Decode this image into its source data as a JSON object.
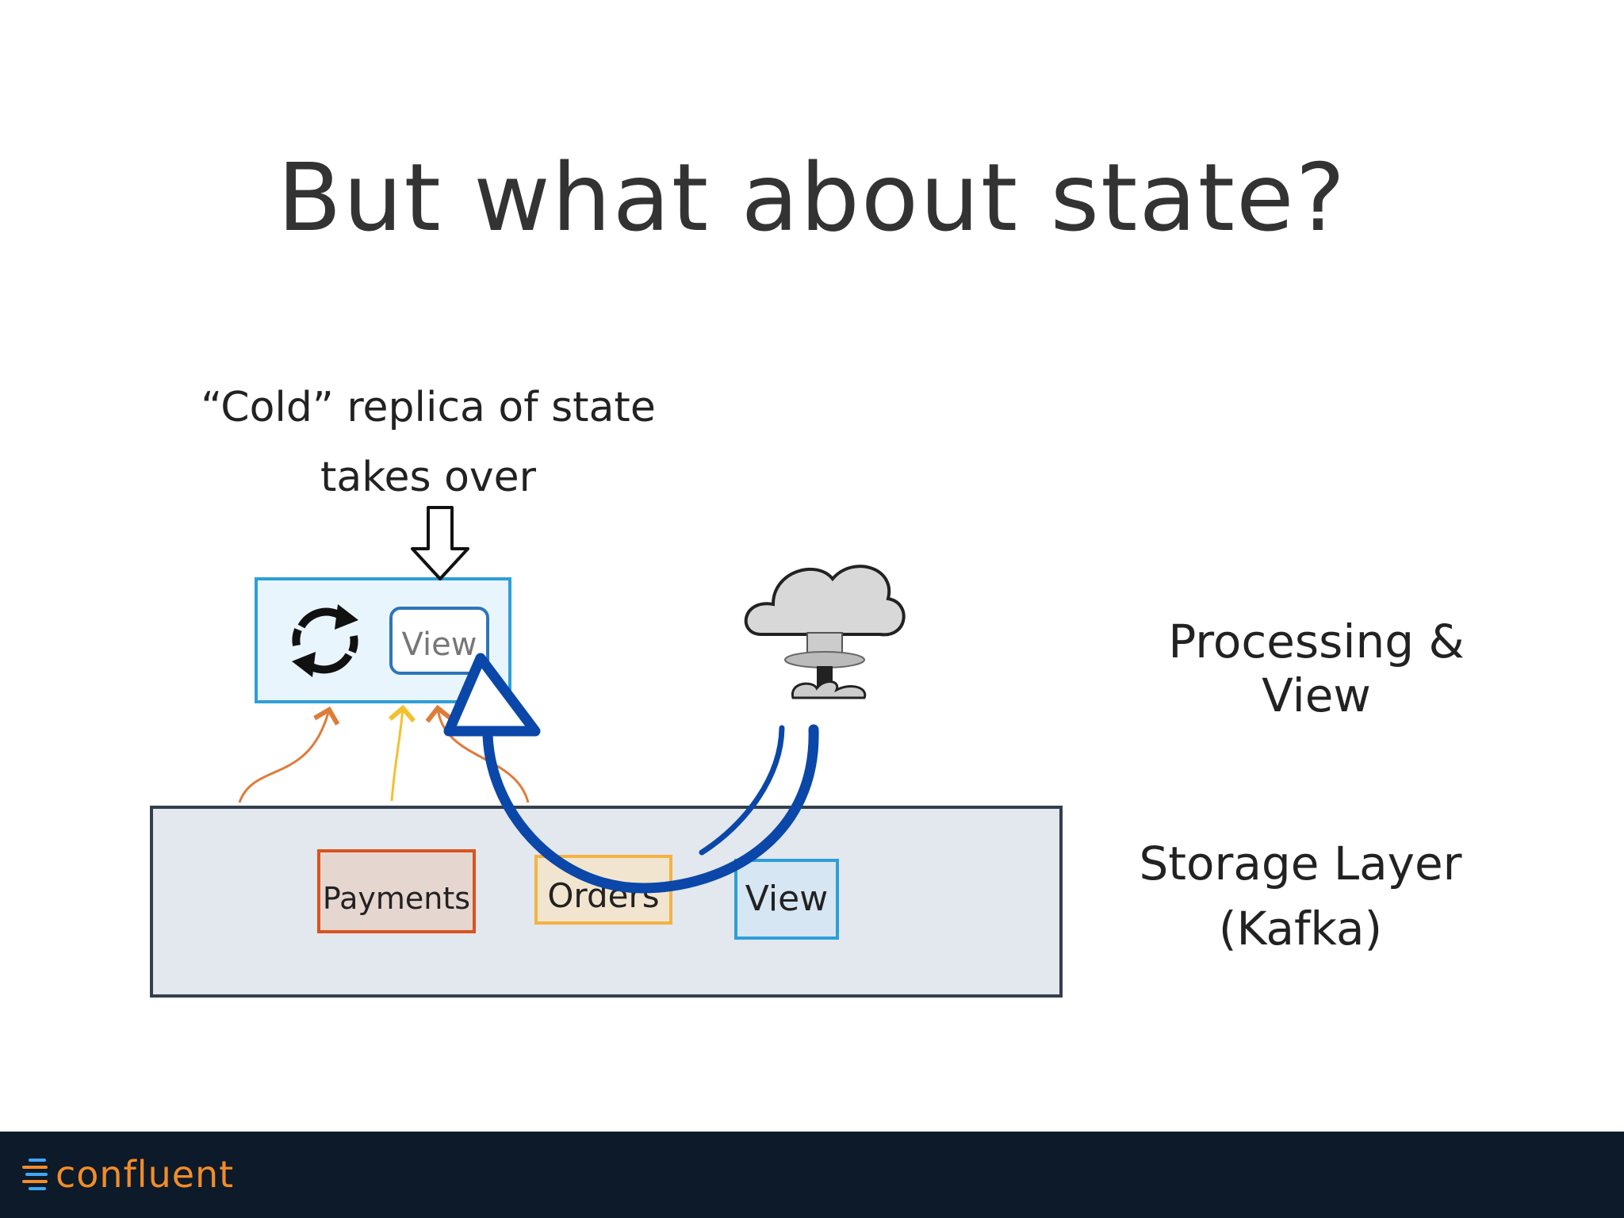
{
  "slide": {
    "title": "But what about state?"
  },
  "annotation": {
    "line1": "“Cold” replica of state",
    "line2": "takes over"
  },
  "processing_box": {
    "view_label": "View"
  },
  "storage_box": {
    "topics": [
      {
        "label": "Payments",
        "color": "#d9541e"
      },
      {
        "label": "Orders",
        "color": "#f4b342"
      },
      {
        "label": "View",
        "color": "#2d9fd8"
      }
    ]
  },
  "layers": {
    "processing_label": "Processing & View",
    "storage_label_line1": "Storage Layer",
    "storage_label_line2": "(Kafka)"
  },
  "colors": {
    "failover_arrow": "#0a47a8",
    "processing_border": "#2d9fd8",
    "processing_fill": "#e9f5fc",
    "storage_fill": "#e3e7ee",
    "storage_border": "#333f4c"
  },
  "icons": [
    "refresh-icon",
    "down-arrow-icon",
    "mushroom-cloud-icon",
    "failover-arrow-icon"
  ],
  "footer": {
    "brand": "confluent"
  }
}
